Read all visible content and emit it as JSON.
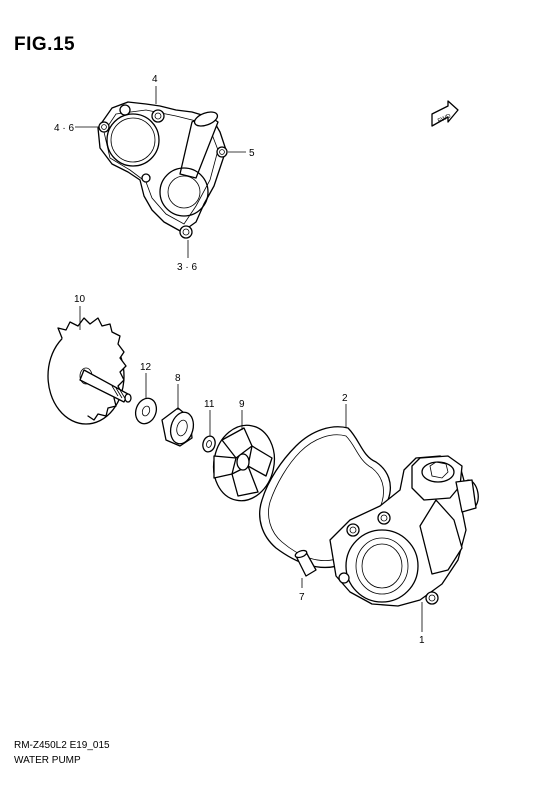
{
  "figure": {
    "title": "FIG.15"
  },
  "footer": {
    "model_code": "RM-Z450L2 E19_015",
    "section_name": "WATER PUMP"
  },
  "fwd_label": "FWD",
  "callouts": [
    {
      "id": "4",
      "label": "4"
    },
    {
      "id": "4-6",
      "label": "4 · 6"
    },
    {
      "id": "5",
      "label": "5"
    },
    {
      "id": "3-6",
      "label": "3 · 6"
    },
    {
      "id": "10",
      "label": "10"
    },
    {
      "id": "12",
      "label": "12"
    },
    {
      "id": "8",
      "label": "8"
    },
    {
      "id": "11",
      "label": "11"
    },
    {
      "id": "9",
      "label": "9"
    },
    {
      "id": "2",
      "label": "2"
    },
    {
      "id": "7",
      "label": "7"
    },
    {
      "id": "1",
      "label": "1"
    }
  ]
}
